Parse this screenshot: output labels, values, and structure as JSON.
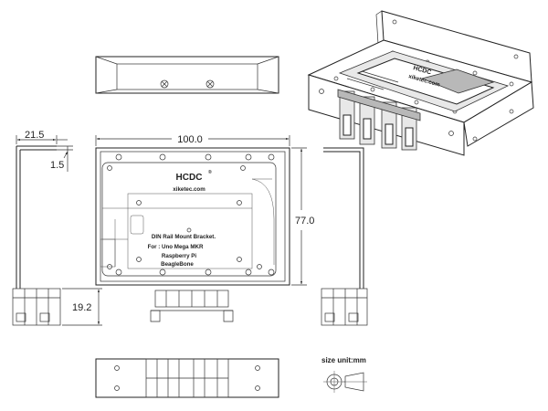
{
  "dimensions": {
    "width_total": "100.0",
    "height_total": "77.0",
    "flange_depth": "21.5",
    "wall_thickness": "1.5",
    "rail_clip_height": "19.2"
  },
  "board": {
    "brand": "HCDC",
    "registered_mark": "®",
    "website": "xiketec.com",
    "title": "DIN Rail Mount Bracket.",
    "compat_line1": "For : Uno Mega MKR",
    "compat_line2": "Raspberry Pi",
    "compat_line3": "BeagleBone"
  },
  "iso_label": {
    "brand": "HCDC",
    "website": "xiketec.com"
  },
  "legend": {
    "size_unit": "size unit:mm"
  }
}
